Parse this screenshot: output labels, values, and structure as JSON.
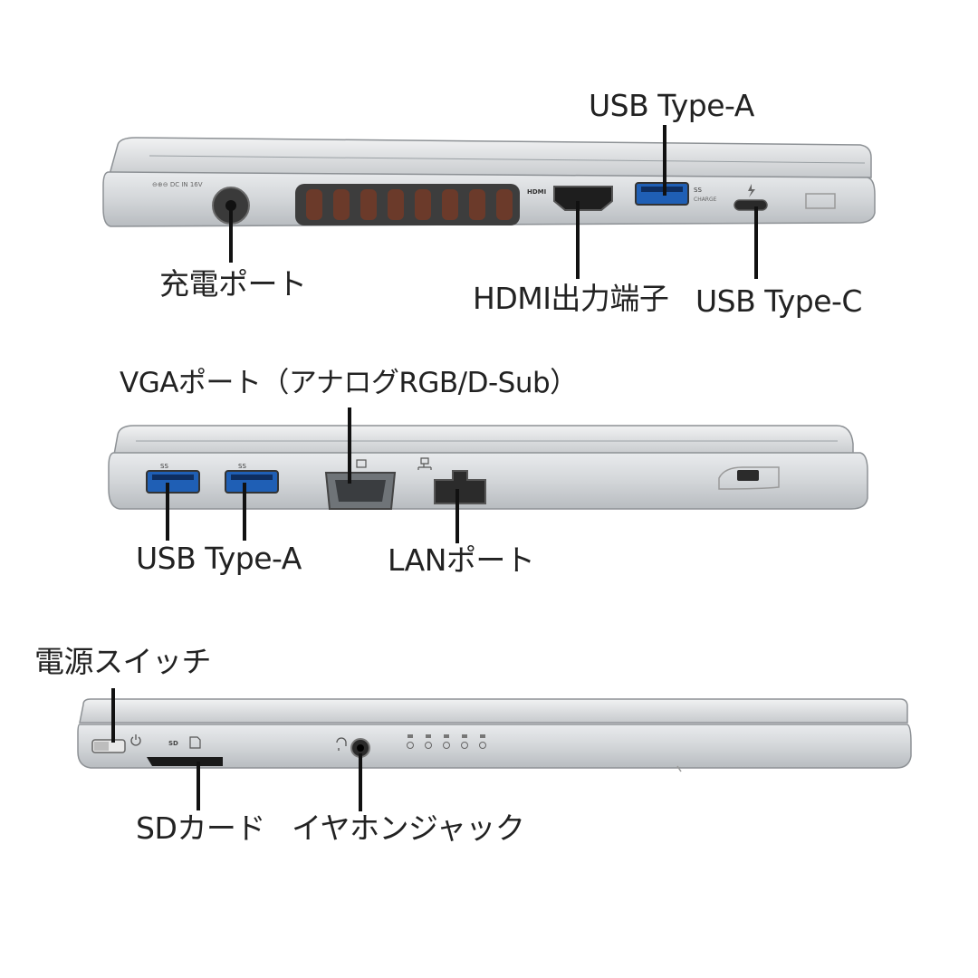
{
  "laptop_right_side": {
    "labels": {
      "usb_type_a": "USB Type-A",
      "charge_port": "充電ポート",
      "hdmi_port": "HDMI出力端子",
      "usb_type_c": "USB Type-C"
    },
    "printed_marks": {
      "dc_in": "⊖⊕⊖ DC IN 16V",
      "hdmi_logo": "HDMI",
      "ss_mark": "SS",
      "charge": "CHARGE"
    }
  },
  "laptop_left_side": {
    "labels": {
      "vga_port": "VGAポート（アナログRGB/D-Sub）",
      "usb_type_a": "USB Type-A",
      "lan_port": "LANポート"
    },
    "printed_marks": {
      "ss_mark": "SS"
    }
  },
  "laptop_front_side": {
    "labels": {
      "power_switch": "電源スイッチ",
      "sd_card": "SDカード",
      "earphone_jack": "イヤホンジャック"
    },
    "printed_marks": {
      "sd_logo": "SD"
    }
  },
  "colors": {
    "chassis": "#cfd2d5",
    "chassis_dark": "#a9adb1",
    "port_dark": "#2a2a2a",
    "usb_blue": "#1f5fb5",
    "vent_orange": "#6b3a2a"
  }
}
